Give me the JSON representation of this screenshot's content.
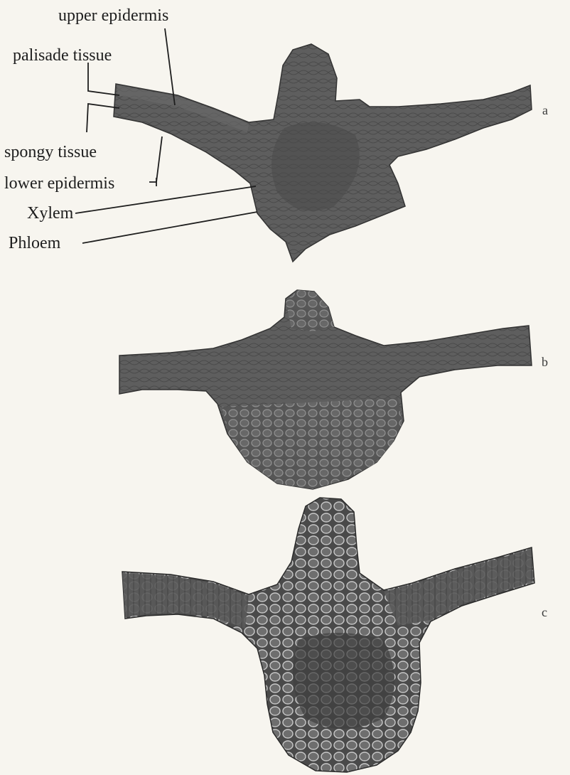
{
  "labels": {
    "upper_epidermis": "upper epidermis",
    "palisade_tissue": "palisade tissue",
    "spongy_tissue": "spongy tissue",
    "lower_epidermis": "lower epidermis",
    "xylem": "Xylem",
    "phloem": "Phloem"
  },
  "figures": {
    "a": "a",
    "b": "b",
    "c": "c"
  },
  "colors": {
    "paper": "#f7f5ef",
    "tissue": "#5a5a5a",
    "tissue_dark": "#3c3c3c",
    "cell_light": "#b8b8b8",
    "ink": "#1e1e1e"
  }
}
